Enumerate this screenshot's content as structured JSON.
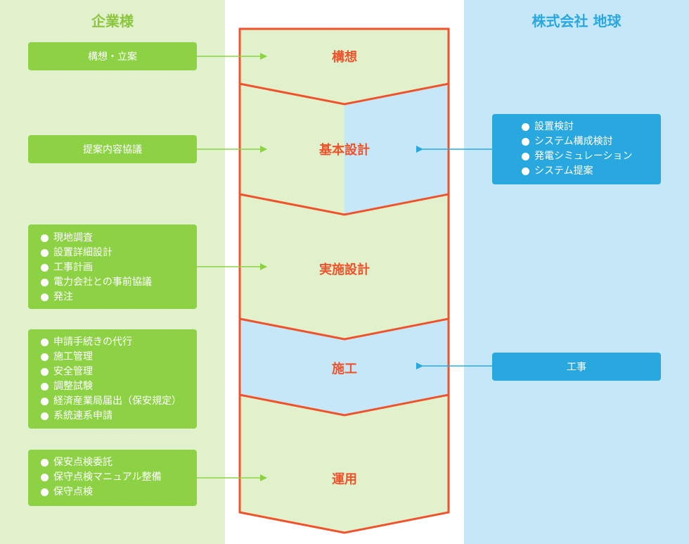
{
  "left_column": {
    "title": "企業様",
    "boxes": [
      {
        "text": "構想・立案"
      },
      {
        "text": "提案内容協議"
      },
      {
        "items": [
          "現地調査",
          "設置詳細設計",
          "工事計画",
          "電力会社との事前協議",
          "発注"
        ]
      },
      {
        "items": [
          "申請手続きの代行",
          "施工管理",
          "安全管理",
          "調整試験",
          "経済産業局届出（保安規定）",
          "系統連系申請"
        ]
      },
      {
        "items": [
          "保安点検委託",
          "保守点検マニュアル整備",
          "保守点検"
        ]
      }
    ]
  },
  "right_column": {
    "title": "株式会社 地球",
    "boxes": [
      {
        "items": [
          "設置検討",
          "システム構成検討",
          "発電シミュレーション",
          "システム提案"
        ]
      },
      {
        "text": "工事"
      }
    ]
  },
  "stages": [
    "構想",
    "基本設計",
    "実施設計",
    "施工",
    "運用"
  ],
  "colors": {
    "left_bg": "#e1f1cb",
    "right_bg": "#c6e7f7",
    "green_box": "#8cd244",
    "blue_box": "#29a8e0",
    "flow_border": "#f0522b",
    "flow_green": "#e1f1cb",
    "flow_blue": "#c6e7f7",
    "arrow_green": "#8cd244",
    "arrow_blue": "#29a8e0"
  }
}
